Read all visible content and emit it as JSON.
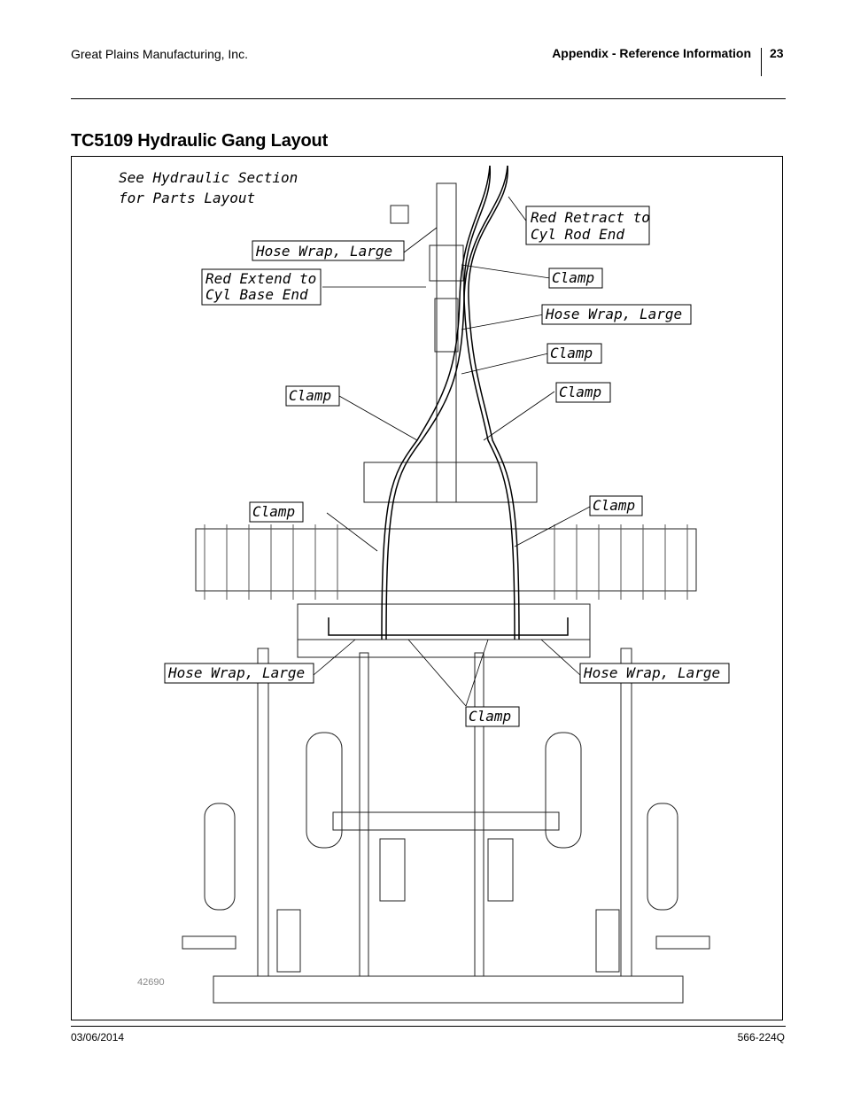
{
  "header": {
    "company": "Great Plains Manufacturing, Inc.",
    "section": "Appendix - Reference Information",
    "page": "23"
  },
  "title": "TC5109 Hydraulic Gang Layout",
  "figure": {
    "note": [
      "See Hydraulic Section",
      "for Parts Layout"
    ],
    "callouts": {
      "red_retract": [
        "Red Retract to",
        "Cyl Rod End"
      ],
      "red_extend": [
        "Red Extend to",
        "Cyl Base End"
      ],
      "hose_wrap_large": "Hose Wrap, Large",
      "clamp": "Clamp"
    },
    "figure_number": "42690"
  },
  "footer": {
    "date": "03/06/2014",
    "doc_number": "566-224Q"
  }
}
